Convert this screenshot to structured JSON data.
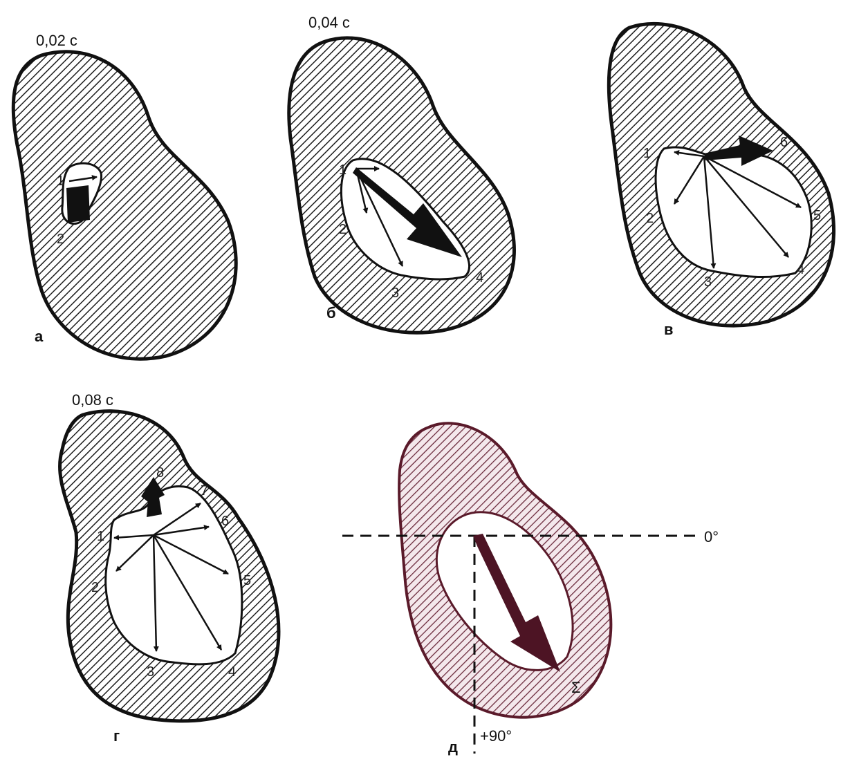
{
  "panels": {
    "a": {
      "time": "0,02 c",
      "letter": "а",
      "nums": [
        "1",
        "2"
      ]
    },
    "b": {
      "time": "0,04 c",
      "letter": "б",
      "nums": [
        "1",
        "2",
        "3",
        "4"
      ]
    },
    "v": {
      "letter": "в",
      "nums": [
        "1",
        "2",
        "3",
        "4",
        "5",
        "6"
      ]
    },
    "g": {
      "time": "0,08 c",
      "letter": "г",
      "nums": [
        "1",
        "2",
        "3",
        "4",
        "5",
        "6",
        "7",
        "8"
      ]
    },
    "d": {
      "letter": "д",
      "sigma": "Σ",
      "axis_zero": "0°",
      "axis_ninety": "+90°"
    }
  },
  "colors": {
    "outline": "#111111",
    "hatch": "#222222",
    "result_arrow": "#5a1a2a",
    "result_tint": "#7a3348"
  }
}
